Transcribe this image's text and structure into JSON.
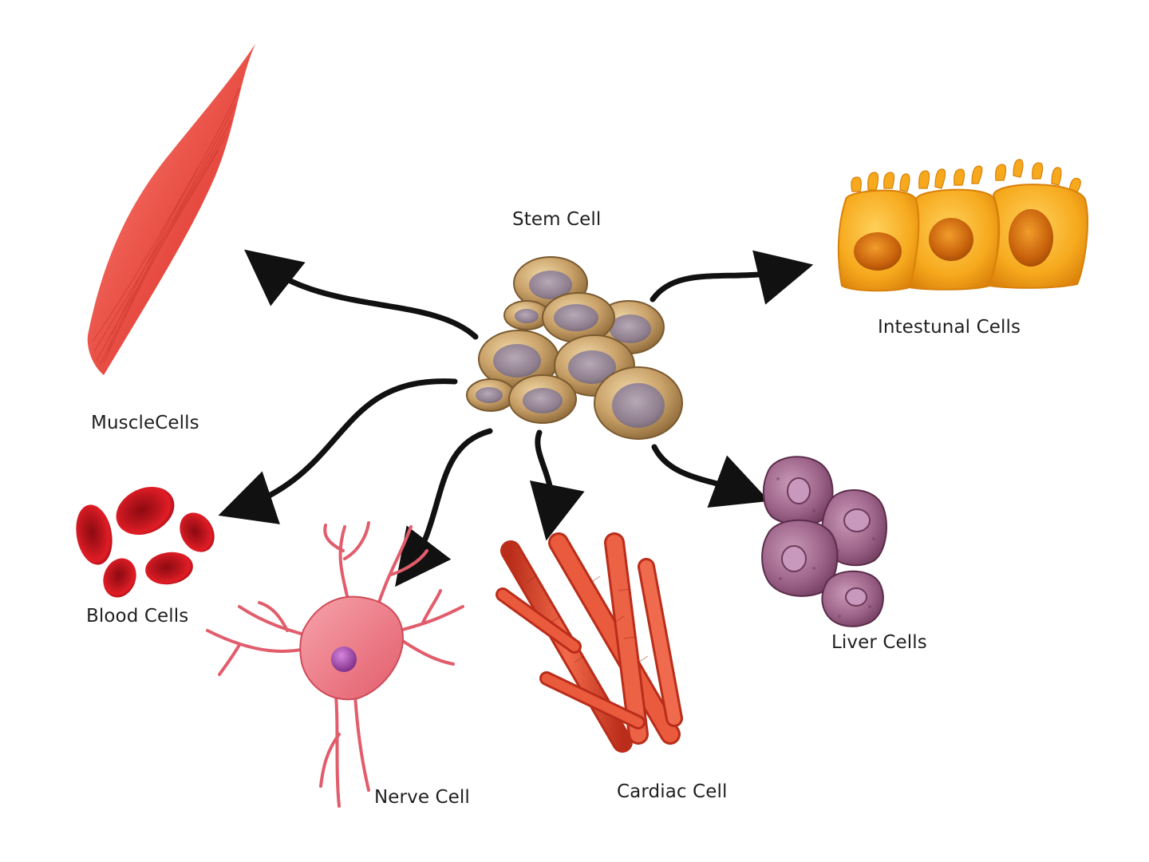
{
  "labels": {
    "stem": "Stem Cell",
    "intestinal": "Intestunal Cells",
    "muscle": "MuscleCells",
    "blood": "Blood Cells",
    "liver": "Liver Cells",
    "nerve": "Nerve Cell",
    "cardiac": "Cardiac Cell"
  },
  "colors": {
    "background": "#ffffff",
    "arrow": "#111111",
    "stem_cell": "#c7a064",
    "stem_nucleus": "#8a7a86",
    "muscle": "#e8463c",
    "blood": "#c4101c",
    "nerve": "#e9707c",
    "nerve_nucleus": "#9b3fa5",
    "cardiac": "#d9462d",
    "liver": "#8f4f78",
    "intestinal": "#f3a51c"
  },
  "icons": [
    "stem-cell-cluster-icon",
    "muscle-cell-icon",
    "intestinal-cells-icon",
    "blood-cells-icon",
    "nerve-cell-icon",
    "cardiac-cell-icon",
    "liver-cells-icon"
  ]
}
